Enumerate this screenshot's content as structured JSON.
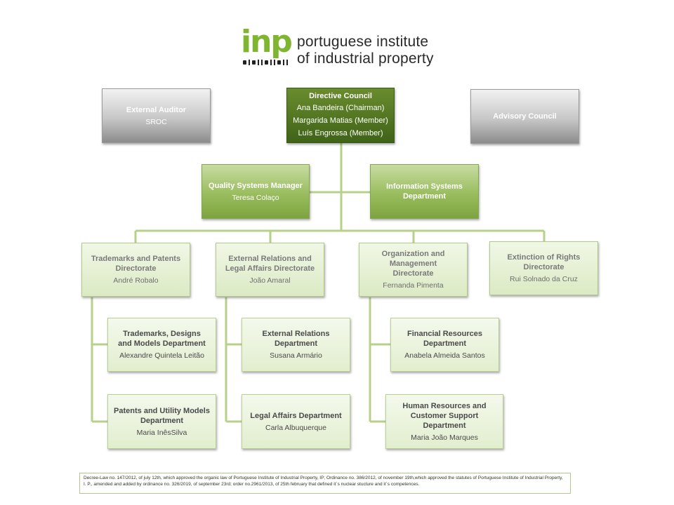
{
  "logo": {
    "mark_text": "inpi",
    "line1": "portuguese institute",
    "line2": "of industrial property"
  },
  "colors": {
    "dark_green": "#4a6e1f",
    "mid_green": "#9bbd62",
    "light_green": "#dfecc9",
    "connector": "#b7d08a",
    "grey": "#a9a9a9"
  },
  "top": {
    "external_auditor": {
      "title": "External Auditor",
      "person": "SROC"
    },
    "directive_council": {
      "title": "Directive Council",
      "members": [
        "Ana Bandeira (Chairman)",
        "Margarida Matias (Member)",
        "Luís Engrossa (Member)"
      ]
    },
    "advisory_council": {
      "title": "Advisory Council"
    }
  },
  "staff": {
    "quality": {
      "title": "Quality Systems Manager",
      "person": "Teresa Colaço"
    },
    "information": {
      "title": "Information Systems Department"
    }
  },
  "directorates": [
    {
      "title": "Trademarks and Patents Directorate",
      "person": "André Robalo"
    },
    {
      "title": "External Relations and Legal Affairs Directorate",
      "person": "João Amaral"
    },
    {
      "title": "Organization and Management Directorate",
      "person": "Fernanda Pimenta"
    },
    {
      "title": "Extinction of Rights Directorate",
      "person": "Rui Solnado da Cruz"
    }
  ],
  "departments": [
    {
      "title": "Trademarks, Designs and Models Department",
      "person": "Alexandre Quintela Leitão"
    },
    {
      "title": "Patents and Utility Models Department",
      "person": "Maria InêsSilva"
    },
    {
      "title": "External Relations Department",
      "person": "Susana Armário"
    },
    {
      "title": "Legal Affairs Department",
      "person": "Carla Albuquerque"
    },
    {
      "title": "Financial Resources Department",
      "person": "Anabela Almeida Santos"
    },
    {
      "title": "Human Resources and Customer Support Department",
      "person": "Maria João Marques"
    }
  ],
  "footnote": "Decree-Law no. 147/2012, of july 12th, which approved the organic law of Portuguese Institute of Industrial Property, IP; Ordinance no. 386/2012, of november 19th,which approved the statutes of Portuguese Institute of Industrial Property, I. P., amended and added by ordinance no. 326/2019, of september 23rd; order no.2961/2013, of 25th february that defined it´s nuclear stucture and it´s competences."
}
